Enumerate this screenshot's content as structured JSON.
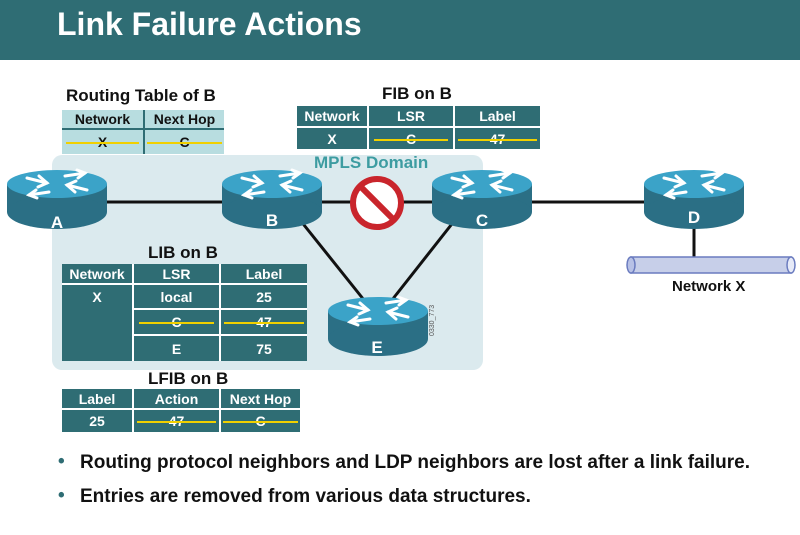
{
  "header": {
    "title": "Link Failure Actions"
  },
  "domain_label": "MPLS Domain",
  "routers": {
    "a": "A",
    "b": "B",
    "c": "C",
    "d": "D",
    "e": "E"
  },
  "network_x_label": "Network X",
  "figure_code": "0330_773",
  "routing_table": {
    "title": "Routing Table of B",
    "headers": [
      "Network",
      "Next Hop"
    ],
    "row": [
      "X",
      "C"
    ]
  },
  "fib": {
    "title": "FIB on B",
    "headers": [
      "Network",
      "LSR",
      "Label"
    ],
    "row": [
      "X",
      "C",
      "47"
    ]
  },
  "lib": {
    "title": "LIB on B",
    "headers": [
      "Network",
      "LSR",
      "Label"
    ],
    "network": "X",
    "rows": [
      [
        "local",
        "25"
      ],
      [
        "C",
        "47"
      ],
      [
        "E",
        "75"
      ]
    ]
  },
  "lfib": {
    "title": "LFIB on B",
    "headers": [
      "Label",
      "Action",
      "Next Hop"
    ],
    "row": [
      "25",
      "47",
      "C"
    ]
  },
  "bullets": [
    "Routing protocol neighbors and LDP neighbors are lost after a link failure.",
    "Entries are removed from various data structures."
  ]
}
